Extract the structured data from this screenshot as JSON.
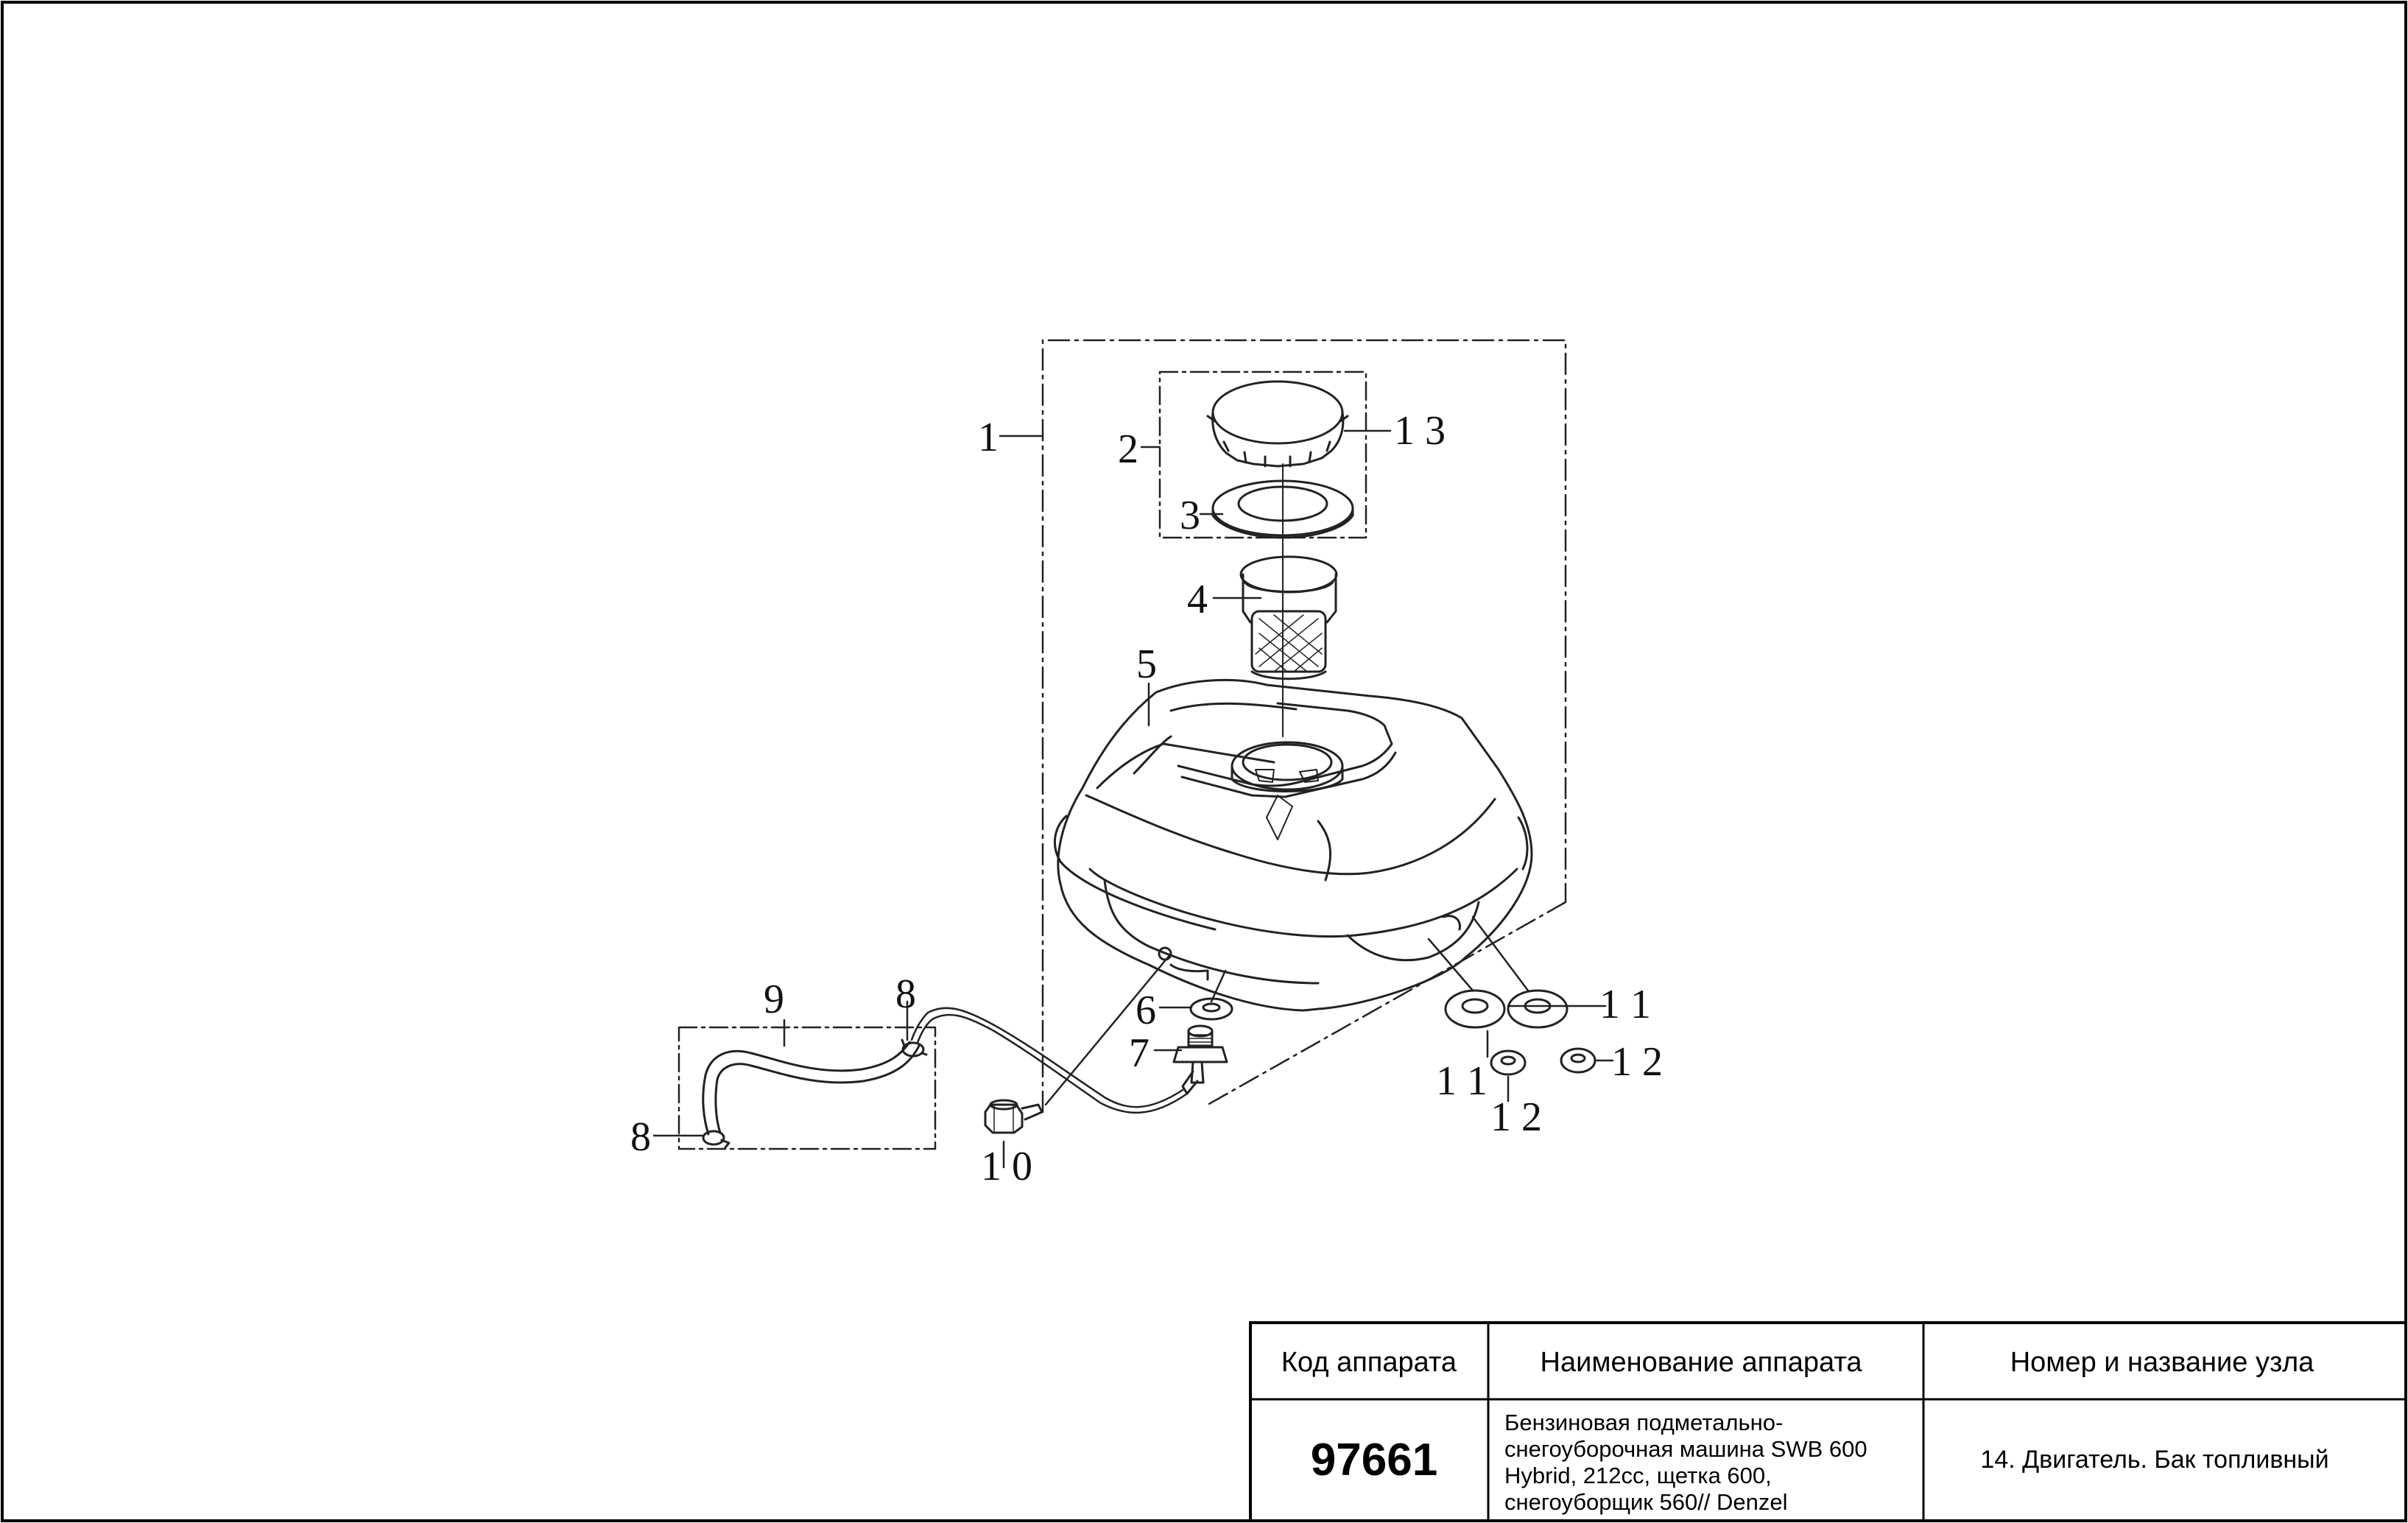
{
  "callouts": {
    "c1": "1",
    "c2": "2",
    "c3": "3",
    "c4": "4",
    "c5": "5",
    "c6": "6",
    "c7": "7",
    "c8a": "8",
    "c8b": "8",
    "c9": "9",
    "c10": "1 0",
    "c11a": "1 1",
    "c11b": "1 1",
    "c12a": "1 2",
    "c12b": "1 2",
    "c13": "1 3"
  },
  "title_block": {
    "header_code": "Код аппарата",
    "header_name": "Наименование аппарата",
    "header_unit": "Номер и название узла",
    "code": "97661",
    "name_lines": [
      "Бензиновая подметально-",
      "снегоуборочная машина SWB 600",
      "Hybrid, 212cc, щетка 600,",
      "снегоуборщик 560// Denzel"
    ],
    "unit": "14. Двигатель. Бак топливный"
  },
  "colors": {
    "line": "#222222",
    "border": "#000000"
  }
}
